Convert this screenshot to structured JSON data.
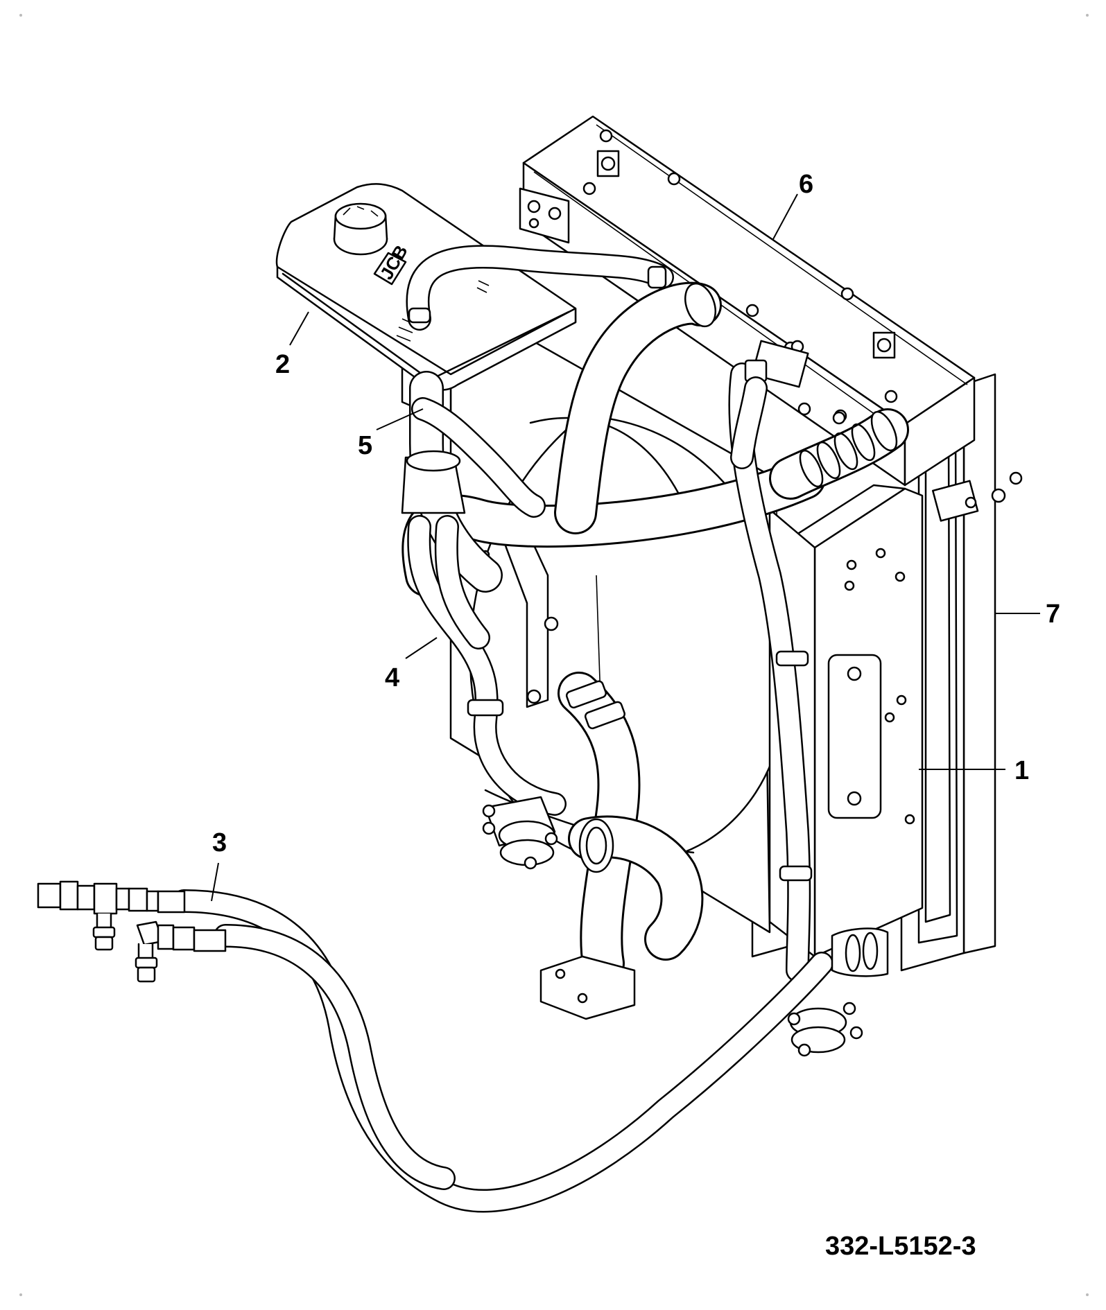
{
  "callouts": [
    {
      "id": "1",
      "label": "1"
    },
    {
      "id": "2",
      "label": "2"
    },
    {
      "id": "3",
      "label": "3"
    },
    {
      "id": "4",
      "label": "4"
    },
    {
      "id": "5",
      "label": "5"
    },
    {
      "id": "6",
      "label": "6"
    },
    {
      "id": "7",
      "label": "7"
    }
  ],
  "reference_code": "332-L5152-3",
  "logo_text": "JCB",
  "colors": {
    "line": "#000000",
    "background": "#ffffff"
  }
}
